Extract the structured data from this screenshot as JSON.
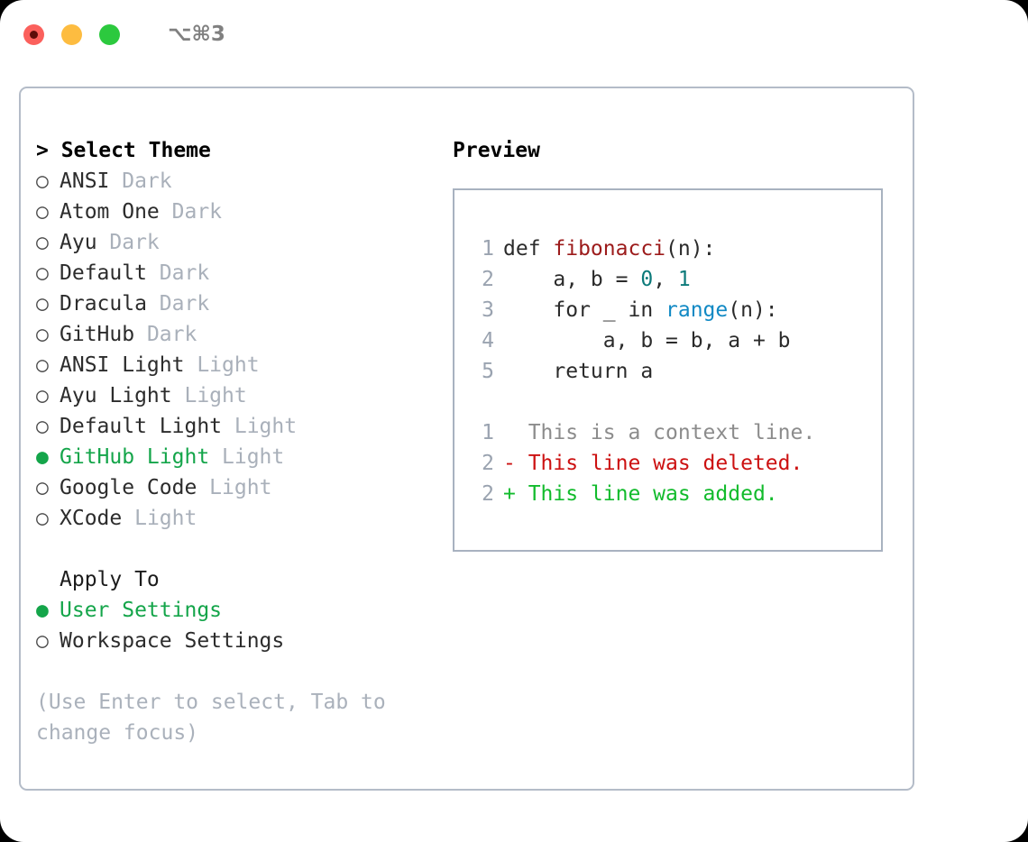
{
  "titlebar": {
    "shortcut": "⌥⌘3",
    "lights": [
      "close",
      "minimize",
      "maximize"
    ]
  },
  "theme_section": {
    "header": "> Select Theme",
    "items": [
      {
        "marker": "○",
        "label": "ANSI",
        "tag": "Dark",
        "selected": false
      },
      {
        "marker": "○",
        "label": "Atom One",
        "tag": "Dark",
        "selected": false
      },
      {
        "marker": "○",
        "label": "Ayu",
        "tag": "Dark",
        "selected": false
      },
      {
        "marker": "○",
        "label": "Default",
        "tag": "Dark",
        "selected": false
      },
      {
        "marker": "○",
        "label": "Dracula",
        "tag": "Dark",
        "selected": false
      },
      {
        "marker": "○",
        "label": "GitHub",
        "tag": "Dark",
        "selected": false
      },
      {
        "marker": "○",
        "label": "ANSI Light",
        "tag": "Light",
        "selected": false
      },
      {
        "marker": "○",
        "label": "Ayu Light",
        "tag": "Light",
        "selected": false
      },
      {
        "marker": "○",
        "label": "Default Light",
        "tag": "Light",
        "selected": false
      },
      {
        "marker": "●",
        "label": "GitHub Light",
        "tag": "Light",
        "selected": true
      },
      {
        "marker": "○",
        "label": "Google Code",
        "tag": "Light",
        "selected": false
      },
      {
        "marker": "○",
        "label": "XCode",
        "tag": "Light",
        "selected": false
      }
    ]
  },
  "apply_to": {
    "header": "Apply To",
    "items": [
      {
        "marker": "●",
        "label": "User Settings",
        "selected": true
      },
      {
        "marker": "○",
        "label": "Workspace Settings",
        "selected": false
      }
    ]
  },
  "hint": "(Use Enter to select, Tab to change focus)",
  "preview": {
    "title": "Preview",
    "code_lines": [
      {
        "no": "1",
        "tokens": [
          {
            "t": "def ",
            "c": "plain"
          },
          {
            "t": "fibonacci",
            "c": "func"
          },
          {
            "t": "(n):",
            "c": "plain"
          }
        ]
      },
      {
        "no": "2",
        "tokens": [
          {
            "t": "    a, b = ",
            "c": "plain"
          },
          {
            "t": "0",
            "c": "num"
          },
          {
            "t": ", ",
            "c": "plain"
          },
          {
            "t": "1",
            "c": "num"
          }
        ]
      },
      {
        "no": "3",
        "tokens": [
          {
            "t": "    for _ in ",
            "c": "plain"
          },
          {
            "t": "range",
            "c": "call"
          },
          {
            "t": "(n):",
            "c": "plain"
          }
        ]
      },
      {
        "no": "4",
        "tokens": [
          {
            "t": "        a, b = b, a + b",
            "c": "plain"
          }
        ]
      },
      {
        "no": "5",
        "tokens": [
          {
            "t": "    return a",
            "c": "plain"
          }
        ]
      }
    ],
    "diff_lines": [
      {
        "no": "1",
        "text": "  This is a context line.",
        "kind": "ctx"
      },
      {
        "no": "2",
        "text": "- This line was deleted.",
        "kind": "del"
      },
      {
        "no": "2",
        "text": "+ This line was added.",
        "kind": "add"
      }
    ]
  },
  "colors": {
    "selected_green": "#14a54a",
    "muted_gray": "#a9b0ba",
    "panel_border": "#b4bcc8",
    "preview_border": "#a8b2c0",
    "func_red": "#9c1b1b",
    "number_teal": "#0c7a7a",
    "call_blue": "#1189c4",
    "diff_del_red": "#cc1111",
    "diff_add_green": "#12bb2c",
    "light_red": "#fb605c",
    "light_amber": "#fdbc40",
    "light_green": "#2cc93e"
  }
}
